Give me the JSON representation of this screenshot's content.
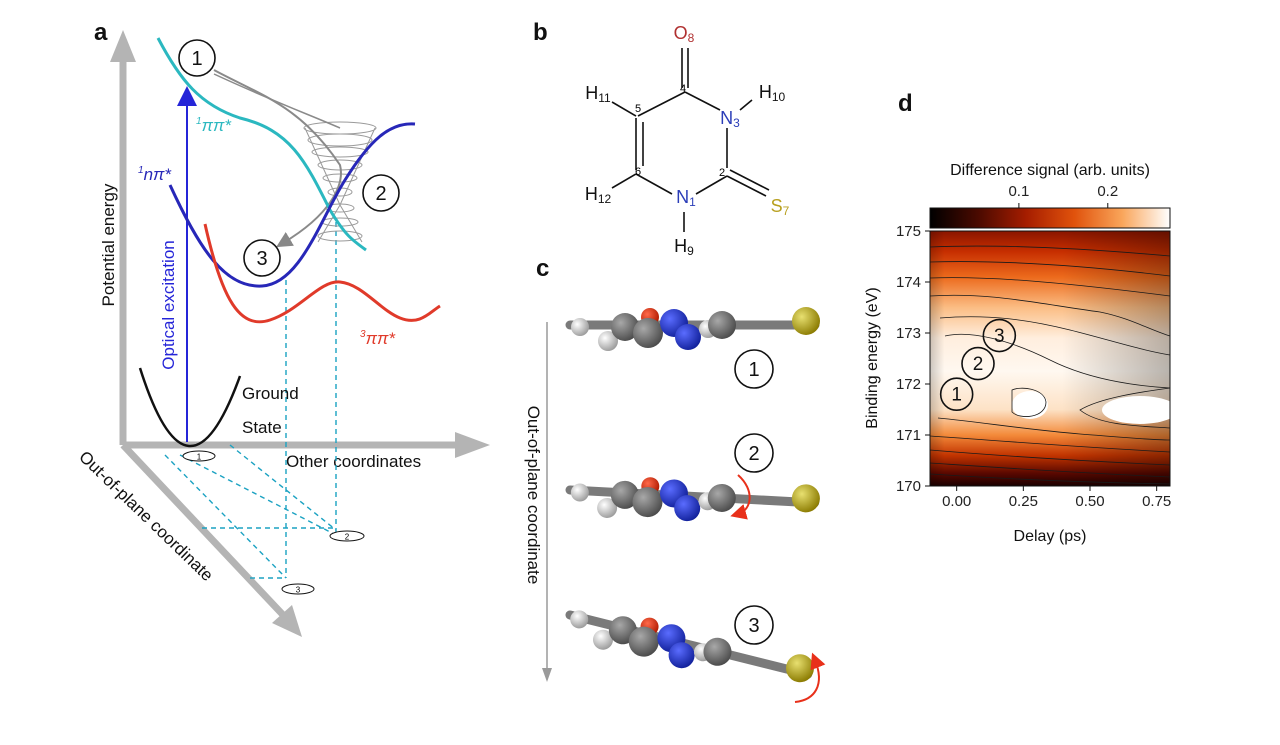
{
  "panels": {
    "a": {
      "letter": "a",
      "y_axis": "Potential energy",
      "x_axis": "Other coordinates",
      "z_axis": "Out-of-plane coordinate",
      "arrow_label": "Optical excitation",
      "ground_1": "Ground",
      "ground_2": "State",
      "pipistar_sup": "1",
      "pipistar": "ππ*",
      "npistar_sup": "1",
      "npistar": "nπ*",
      "triplet_sup": "3",
      "triplet": "ππ*",
      "markers": [
        "1",
        "2",
        "3"
      ],
      "small_markers": [
        "1",
        "2",
        "3"
      ],
      "colors": {
        "singlet_pipi": "#2bb8c0",
        "singlet_npi": "#2727b8",
        "triplet": "#e03a2a",
        "excitation": "#2525d8"
      }
    },
    "b": {
      "letter": "b",
      "atoms": {
        "O": "O",
        "O_n": "8",
        "N3": "N",
        "N3_n": "3",
        "N1": "N",
        "N1_n": "1",
        "S": "S",
        "S_n": "7",
        "H10": "H",
        "H10_n": "10",
        "H11": "H",
        "H11_n": "11",
        "H12": "H",
        "H12_n": "12",
        "H9": "H",
        "H9_n": "9",
        "C4": "4",
        "C5": "5",
        "C6": "6",
        "C2": "2"
      },
      "colors": {
        "O": "#b03030",
        "N": "#2b3db8",
        "S": "#b8a020"
      }
    },
    "c": {
      "letter": "c",
      "axis_label": "Out-of-plane coordinate",
      "markers": [
        "1",
        "2",
        "3"
      ]
    },
    "d": {
      "letter": "d",
      "colorbar_label": "Difference signal (arb. units)",
      "xlabel": "Delay (ps)",
      "ylabel": "Binding energy (eV)",
      "markers": [
        "1",
        "2",
        "3"
      ]
    }
  },
  "chart_data": {
    "type": "heatmap",
    "title": "",
    "xlabel": "Delay (ps)",
    "ylabel": "Binding energy (eV)",
    "xlim": [
      -0.1,
      0.8
    ],
    "ylim": [
      170,
      175
    ],
    "x_ticks": [
      "0.00",
      "0.25",
      "0.50",
      "0.75"
    ],
    "y_ticks": [
      "170",
      "171",
      "172",
      "173",
      "174",
      "175"
    ],
    "colorbar": {
      "label": "Difference signal (arb. units)",
      "ticks": [
        "0.1",
        "0.2"
      ],
      "range": [
        0,
        0.27
      ],
      "colormap": "gist_heat"
    },
    "peak_region": {
      "x": [
        0.0,
        0.8
      ],
      "y": [
        171,
        173.3
      ]
    },
    "markers": [
      {
        "label": "1",
        "x": 0.0,
        "y": 171.8
      },
      {
        "label": "2",
        "x": 0.08,
        "y": 172.4
      },
      {
        "label": "3",
        "x": 0.16,
        "y": 172.95
      }
    ]
  }
}
